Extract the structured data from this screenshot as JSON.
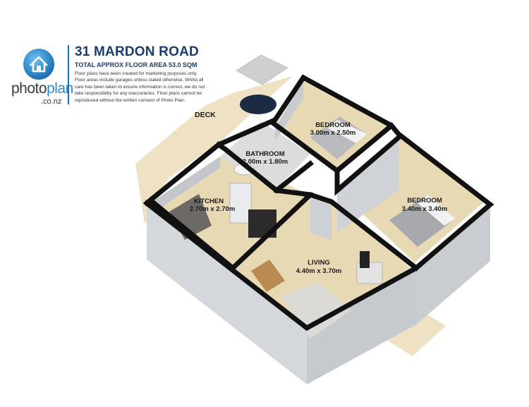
{
  "brand": {
    "name_part1": "photo",
    "name_part2": "plan",
    "domain": ".co.nz"
  },
  "header": {
    "title": "31 MARDON ROAD",
    "subtitle": "TOTAL APPROX FLOOR AREA 53.0 SQM",
    "disclaimer": "Floor plans have been created for marketing purposes only. Floor areas include garages unless stated otherwise. Whilst all care has been taken to ensure information is correct, we do not take responsibility for any inaccuracies. Floor plans cannot be reproduced without the written consent of Photo Plan."
  },
  "rooms": {
    "deck": {
      "name": "DECK"
    },
    "bedroom1": {
      "name": "BEDROOM",
      "size": "3.00m x 2.50m"
    },
    "bathroom": {
      "name": "BATHROOM",
      "size": "2.00m x 1.80m"
    },
    "bedroom2": {
      "name": "BEDROOM",
      "size": "3.40m x 3.40m"
    },
    "kitchen": {
      "name": "KITCHEN",
      "size": "2.70m x 2.70m"
    },
    "living": {
      "name": "LIVING",
      "size": "4.40m x 3.70m"
    }
  },
  "colors": {
    "floor": "#e8d9b5",
    "wall_top": "#111111",
    "wall_side": "#d3d6da",
    "deck": "#efe2c4",
    "brand_blue": "#1b6fb0"
  },
  "icons": [
    "house-logo-icon"
  ]
}
